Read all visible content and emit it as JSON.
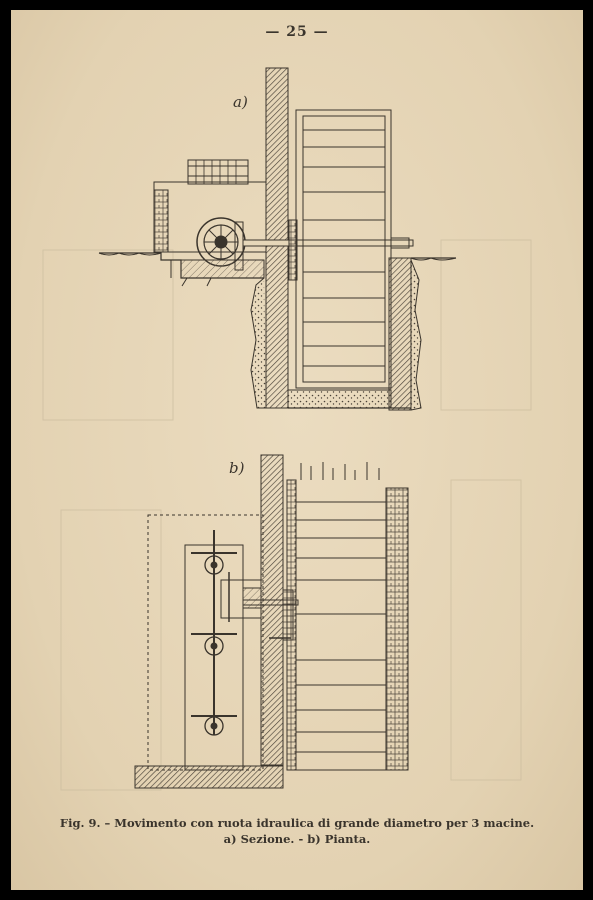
{
  "page_number": "— 25 —",
  "figure": {
    "label_a": "a)",
    "label_b": "b)",
    "caption_line1": "Fig. 9. – Movimento con ruota idraulica di grande diametro per 3 macine.",
    "caption_line2": "a) Sezione. - b) Pianta."
  },
  "colors": {
    "paper": "#e6d7b9",
    "ink": "#3a342c",
    "border": "#000000"
  }
}
